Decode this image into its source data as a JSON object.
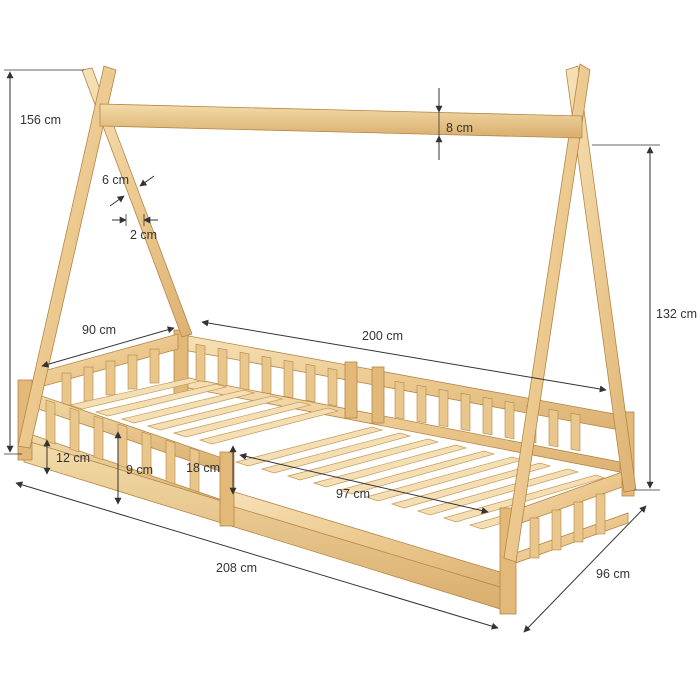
{
  "diagram": {
    "subject": "tipi-floor-bed",
    "colors": {
      "wood_light": "#f2d9a8",
      "wood_mid": "#e6c184",
      "wood_dark": "#c99a58",
      "wood_edge": "#b58646",
      "dim_line": "#333333",
      "background": "#ffffff"
    },
    "dimensions": {
      "height_total": "156 cm",
      "height_frame": "132 cm",
      "beam_height": "8 cm",
      "pole_width": "6 cm",
      "pole_depth": "2 cm",
      "inner_width": "90 cm",
      "inner_length": "200 cm",
      "slat_length": "97 cm",
      "rail_height": "12 cm",
      "gap_height": "9 cm",
      "opening_height": "18 cm",
      "outer_length": "208 cm",
      "outer_width": "96 cm"
    }
  }
}
